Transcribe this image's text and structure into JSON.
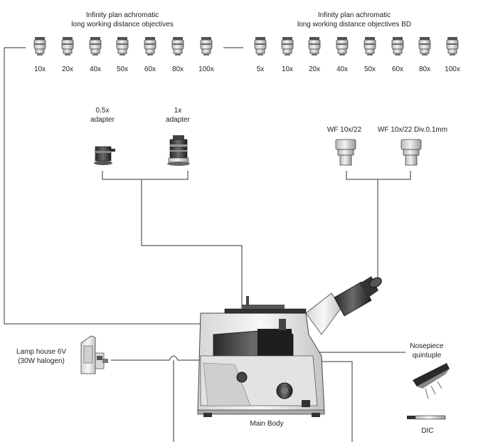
{
  "objectives_a": {
    "title_line1": "Infinity plan achromatic",
    "title_line2": "long working distance objectives",
    "items": [
      "10x",
      "20x",
      "40x",
      "50x",
      "60x",
      "80x",
      "100x"
    ]
  },
  "objectives_b": {
    "title_line1": "Infinity plan achromatic",
    "title_line2": "long working distance objectives BD",
    "items": [
      "5x",
      "10x",
      "20x",
      "40x",
      "50x",
      "60x",
      "80x",
      "100x"
    ]
  },
  "adapters": {
    "half": {
      "line1": "0.5x",
      "line2": "adapter"
    },
    "one": {
      "line1": "1x",
      "line2": "adapter"
    }
  },
  "eyepieces": {
    "wf": "WF 10x/22",
    "wf_div": "WF 10x/22 Div.0.1mm"
  },
  "lamp": {
    "line1": "Lamp house 6V",
    "line2": "(30W halogen)"
  },
  "nosepiece": {
    "line1": "Nosepiece",
    "line2": "quintuple"
  },
  "dic": "DIC",
  "main_body": "Main Body"
}
